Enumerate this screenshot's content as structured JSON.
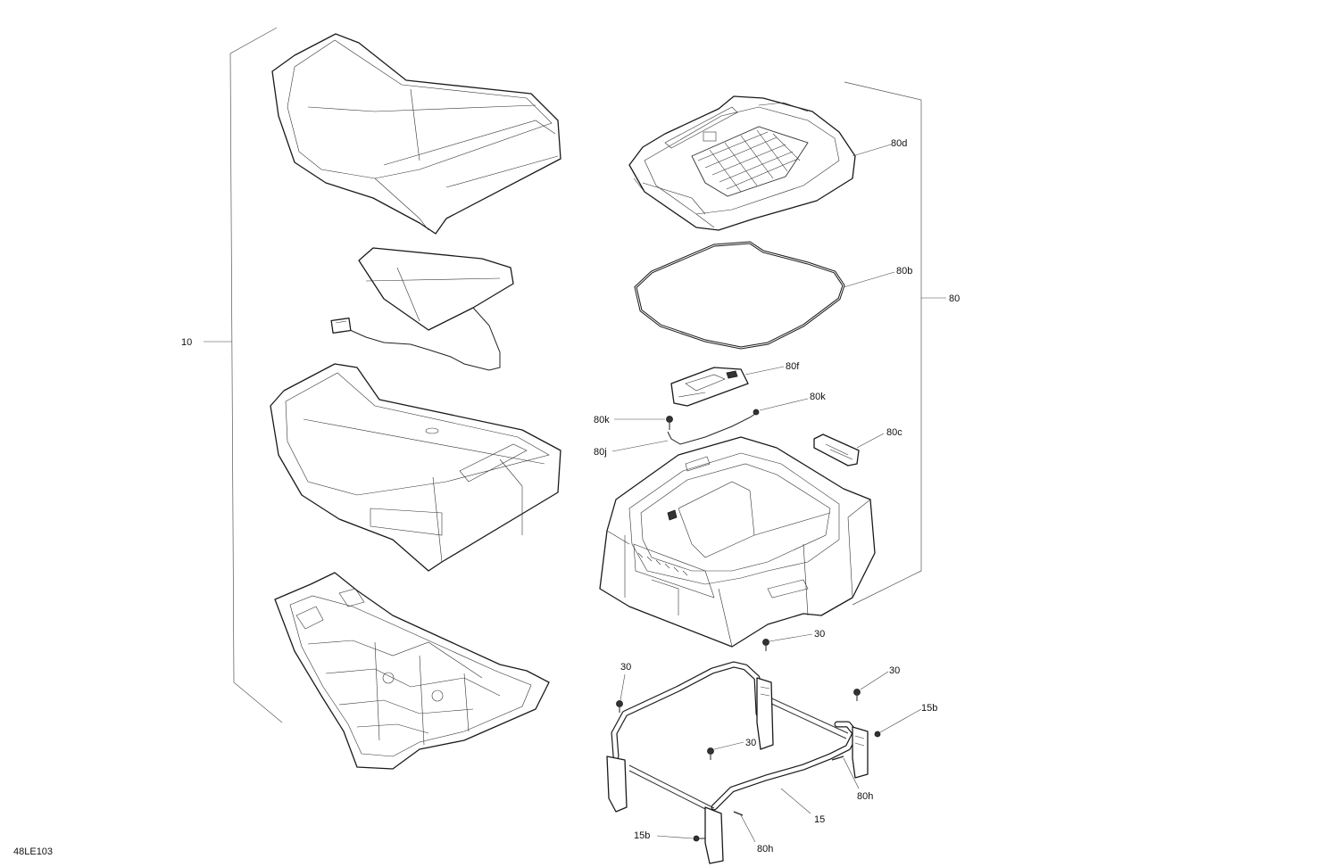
{
  "drawing_code": "48LE103",
  "callouts": [
    {
      "id": "10",
      "text": "10"
    },
    {
      "id": "80",
      "text": "80"
    },
    {
      "id": "80d",
      "text": "80d"
    },
    {
      "id": "80b",
      "text": "80b"
    },
    {
      "id": "80f",
      "text": "80f"
    },
    {
      "id": "80k-right",
      "text": "80k"
    },
    {
      "id": "80k-left",
      "text": "80k"
    },
    {
      "id": "80c",
      "text": "80c"
    },
    {
      "id": "80j",
      "text": "80j"
    },
    {
      "id": "30-a",
      "text": "30"
    },
    {
      "id": "30-b",
      "text": "30"
    },
    {
      "id": "30-c",
      "text": "30"
    },
    {
      "id": "30-d",
      "text": "30"
    },
    {
      "id": "15b-right",
      "text": "15b"
    },
    {
      "id": "15b-left",
      "text": "15b"
    },
    {
      "id": "80h-right",
      "text": "80h"
    },
    {
      "id": "80h-left",
      "text": "80h"
    },
    {
      "id": "15",
      "text": "15"
    }
  ]
}
